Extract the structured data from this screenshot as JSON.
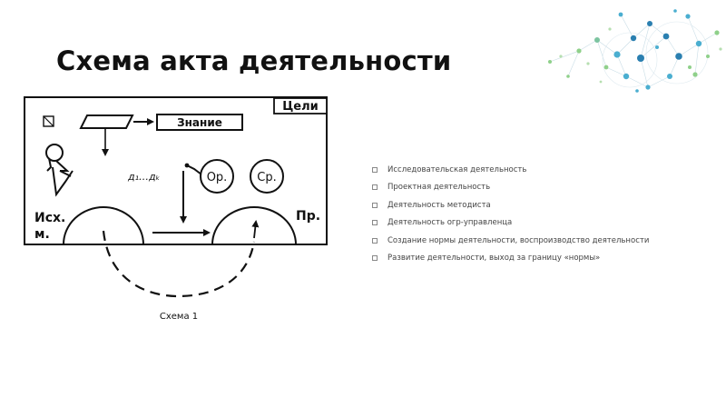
{
  "slide": {
    "title": "Схема акта деятельности"
  },
  "diagram": {
    "goals_label": "Цели",
    "knowledge_label": "Знание",
    "d_label": "д₁…дₖ",
    "op_label": "Ор.",
    "sr_label": "Ср.",
    "ish_label_line1": "Исх.",
    "ish_label_line2": "м.",
    "pr_label": "Пр.",
    "caption": "Схема 1"
  },
  "bullets": [
    "Исследовательская деятельность",
    "Проектная деятельность",
    "Деятельность методиста",
    "Деятельность огр-управленца",
    "Создание нормы деятельности, воспроизводство деятельности",
    "Развитие деятельности, выход за границу «нормы»"
  ],
  "colors": {
    "network_dark": "#2a7fb0",
    "network_mid": "#4aaed0",
    "network_light": "#8fd08a"
  }
}
